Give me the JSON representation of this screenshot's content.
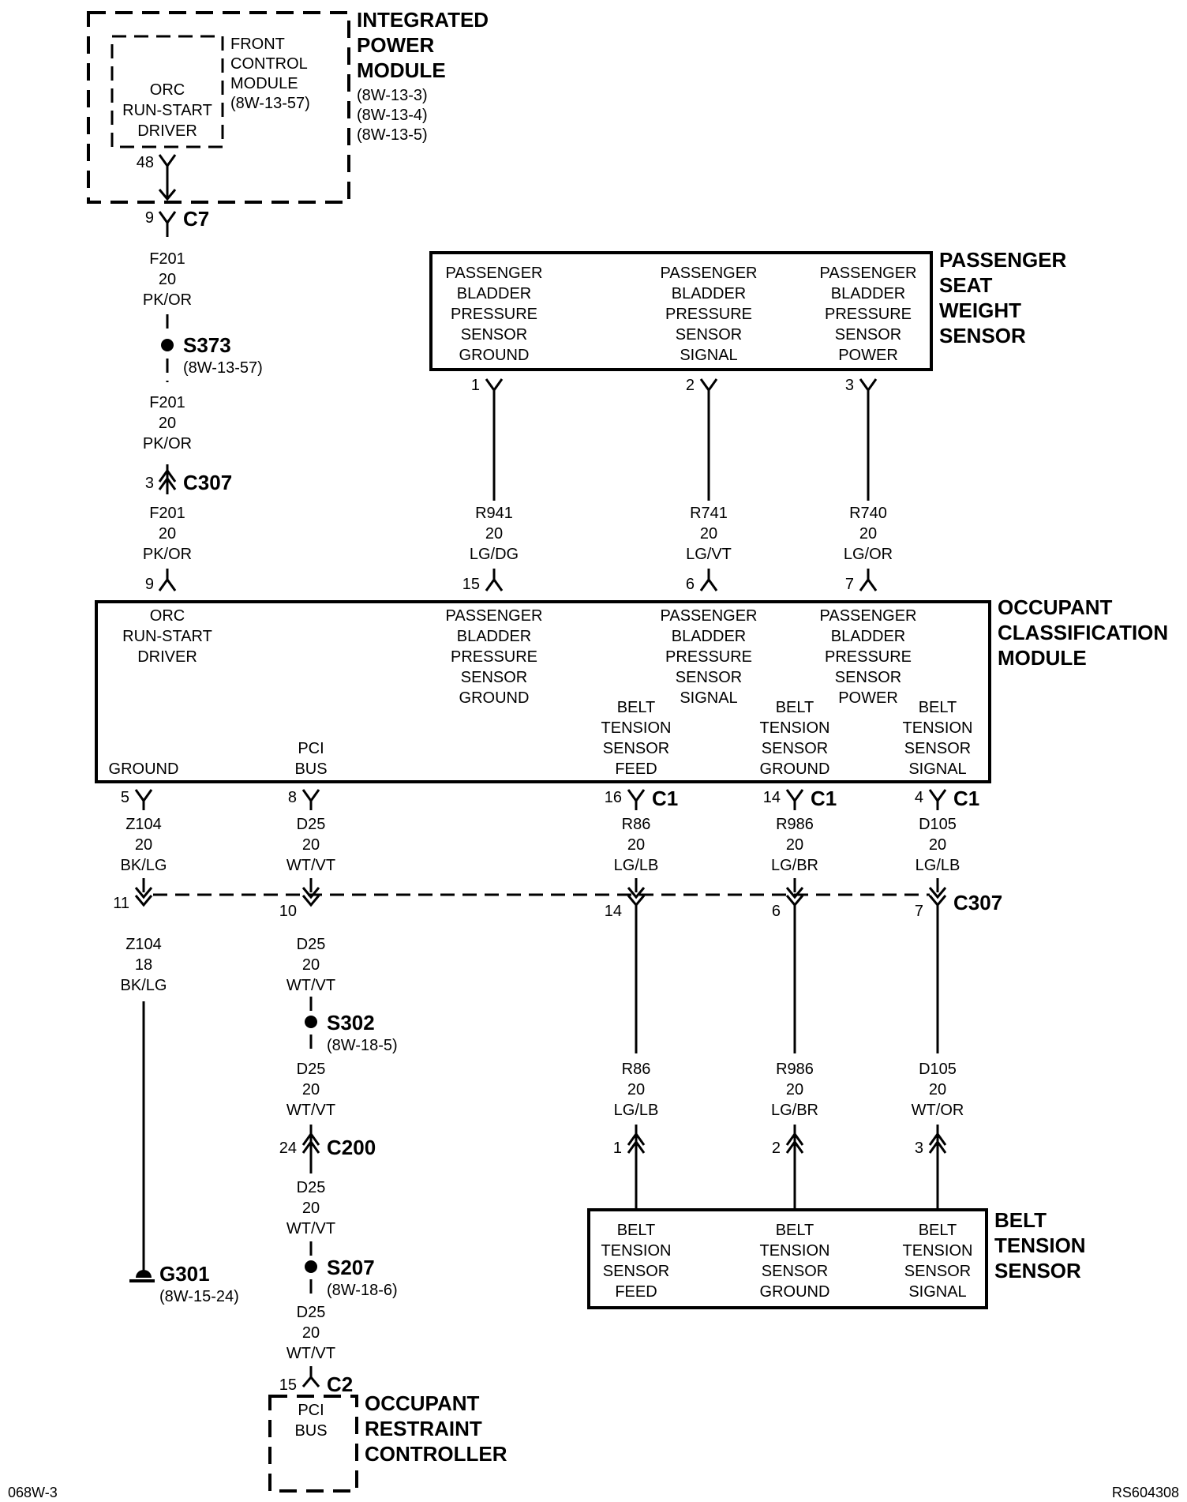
{
  "ipm": {
    "title_lines": [
      "INTEGRATED",
      "POWER",
      "MODULE"
    ],
    "refs": [
      "(8W-13-3)",
      "(8W-13-4)",
      "(8W-13-5)"
    ],
    "fcm_lines": [
      "FRONT",
      "CONTROL",
      "MODULE",
      "(8W-13-57)"
    ],
    "driver_lines": [
      "ORC",
      "RUN-START",
      "DRIVER"
    ],
    "pin": "48"
  },
  "c7": {
    "pin": "9",
    "name": "C7"
  },
  "f201_a": [
    "F201",
    "20",
    "PK/OR"
  ],
  "s373": {
    "name": "S373",
    "ref": "(8W-13-57)"
  },
  "f201_b": [
    "F201",
    "20",
    "PK/OR"
  ],
  "c307_top": {
    "pin": "3",
    "name": "C307"
  },
  "f201_c": [
    "F201",
    "20",
    "PK/OR"
  ],
  "ocm_pins_top": {
    "orc": "9",
    "ground": "15",
    "signal": "6",
    "power": "7"
  },
  "psws": {
    "title_lines": [
      "PASSENGER",
      "SEAT",
      "WEIGHT",
      "SENSOR"
    ],
    "ground_lines": [
      "PASSENGER",
      "BLADDER",
      "PRESSURE",
      "SENSOR",
      "GROUND"
    ],
    "signal_lines": [
      "PASSENGER",
      "BLADDER",
      "PRESSURE",
      "SENSOR",
      "SIGNAL"
    ],
    "power_lines": [
      "PASSENGER",
      "BLADDER",
      "PRESSURE",
      "SENSOR",
      "POWER"
    ],
    "pins": [
      "1",
      "2",
      "3"
    ]
  },
  "wires_top": {
    "r941": [
      "R941",
      "20",
      "LG/DG"
    ],
    "r741": [
      "R741",
      "20",
      "LG/VT"
    ],
    "r740": [
      "R740",
      "20",
      "LG/OR"
    ]
  },
  "ocm": {
    "title_lines": [
      "OCCUPANT",
      "CLASSIFICATION",
      "MODULE"
    ],
    "orc_lines": [
      "ORC",
      "RUN-START",
      "DRIVER"
    ],
    "pbps_ground": [
      "PASSENGER",
      "BLADDER",
      "PRESSURE",
      "SENSOR",
      "GROUND"
    ],
    "pbps_signal": [
      "PASSENGER",
      "BLADDER",
      "PRESSURE",
      "SENSOR",
      "SIGNAL"
    ],
    "pbps_power": [
      "PASSENGER",
      "BLADDER",
      "PRESSURE",
      "SENSOR",
      "POWER"
    ],
    "ground_label": "GROUND",
    "pci_lines": [
      "PCI",
      "BUS"
    ],
    "bts_feed": [
      "BELT",
      "TENSION",
      "SENSOR",
      "FEED"
    ],
    "bts_ground": [
      "BELT",
      "TENSION",
      "SENSOR",
      "GROUND"
    ],
    "bts_signal": [
      "BELT",
      "TENSION",
      "SENSOR",
      "SIGNAL"
    ],
    "pins_bottom": [
      "5",
      "8",
      "16",
      "14",
      "4"
    ],
    "c1": "C1"
  },
  "wires_mid": {
    "z104": [
      "Z104",
      "20",
      "BK/LG"
    ],
    "d25": [
      "D25",
      "20",
      "WT/VT"
    ],
    "r86": [
      "R86",
      "20",
      "LG/LB"
    ],
    "r986": [
      "R986",
      "20",
      "LG/BR"
    ],
    "d105": [
      "D105",
      "20",
      "LG/LB"
    ]
  },
  "c307_bottom": {
    "pins": [
      "11",
      "10",
      "14",
      "6",
      "7"
    ],
    "name": "C307"
  },
  "wires_low": {
    "z104": [
      "Z104",
      "18",
      "BK/LG"
    ],
    "d25_a": [
      "D25",
      "20",
      "WT/VT"
    ],
    "d25_b": [
      "D25",
      "20",
      "WT/VT"
    ],
    "d25_c": [
      "D25",
      "20",
      "WT/VT"
    ],
    "d25_d": [
      "D25",
      "20",
      "WT/VT"
    ],
    "r86": [
      "R86",
      "20",
      "LG/LB"
    ],
    "r986": [
      "R986",
      "20",
      "LG/BR"
    ],
    "d105": [
      "D105",
      "20",
      "WT/OR"
    ]
  },
  "s302": {
    "name": "S302",
    "ref": "(8W-18-5)"
  },
  "c200": {
    "pin": "24",
    "name": "C200"
  },
  "s207": {
    "name": "S207",
    "ref": "(8W-18-6)"
  },
  "g301": {
    "name": "G301",
    "ref": "(8W-15-24)"
  },
  "c2": {
    "pin": "15",
    "name": "C2"
  },
  "orc": {
    "title_lines": [
      "OCCUPANT",
      "RESTRAINT",
      "CONTROLLER"
    ],
    "inner_lines": [
      "PCI",
      "BUS"
    ]
  },
  "bts": {
    "title_lines": [
      "BELT",
      "TENSION",
      "SENSOR"
    ],
    "feed_lines": [
      "BELT",
      "TENSION",
      "SENSOR",
      "FEED"
    ],
    "ground_lines": [
      "BELT",
      "TENSION",
      "SENSOR",
      "GROUND"
    ],
    "signal_lines": [
      "BELT",
      "TENSION",
      "SENSOR",
      "SIGNAL"
    ],
    "pins": [
      "1",
      "2",
      "3"
    ]
  },
  "footer": {
    "left": "068W-3",
    "right": "RS604308"
  }
}
